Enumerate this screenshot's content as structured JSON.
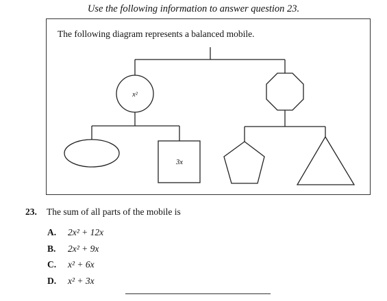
{
  "heading": "Use the following information to answer question 23.",
  "info_box": {
    "intro": "The following diagram represents a balanced mobile.",
    "labels": {
      "circle": "x²",
      "square": "3x"
    }
  },
  "question": {
    "number": "23.",
    "text": "The sum of all parts of the mobile is"
  },
  "choices": [
    {
      "letter": "A.",
      "expr": "2x² + 12x"
    },
    {
      "letter": "B.",
      "expr": "2x² + 9x"
    },
    {
      "letter": "C.",
      "expr": "x² + 6x"
    },
    {
      "letter": "D.",
      "expr": "x² + 3x"
    }
  ]
}
